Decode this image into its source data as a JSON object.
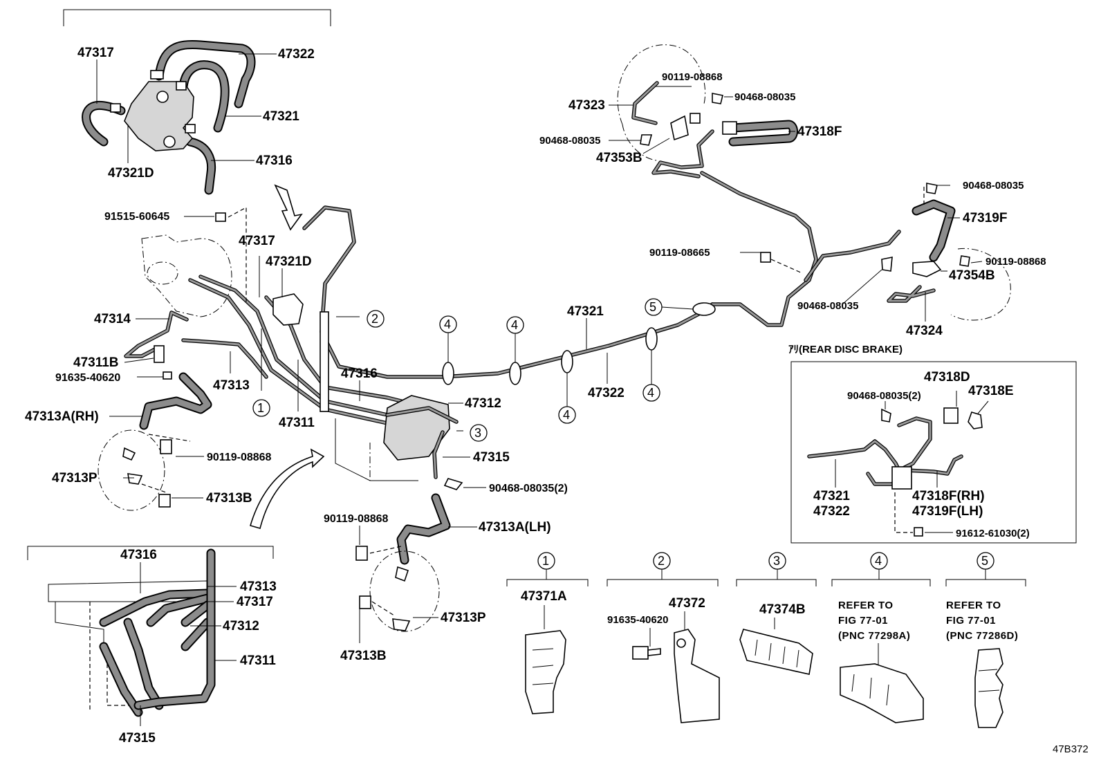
{
  "diagram_code": "47B372",
  "labels": {
    "p47317_top": "47317",
    "p47322_top": "47322",
    "p47321_top": "47321",
    "p47321D_top": "47321D",
    "p47316_top": "47316",
    "c91515": "91515-60645",
    "p47317_mid": "47317",
    "p47321D_mid": "47321D",
    "p47314": "47314",
    "p47311B": "47311B",
    "c91635_l": "91635-40620",
    "p47313": "47313",
    "p47311": "47311",
    "p47313A_RH": "47313A(RH)",
    "c90119_rh": "90119-08868",
    "p47313P_rh": "47313P",
    "p47313B_rh": "47313B",
    "p47316_mid": "47316",
    "p47312_mid": "47312",
    "p47315_mid": "47315",
    "c90468_mid": "90468-08035(2)",
    "c90119_lh": "90119-08868",
    "p47313A_LH": "47313A(LH)",
    "p47313P_lh": "47313P",
    "p47313B_lh": "47313B",
    "p47321_mid": "47321",
    "p47322_mid": "47322",
    "c90119_top": "90119-08868",
    "c90468_top": "90468-08035",
    "p47323": "47323",
    "c90468_left": "90468-08035",
    "p47318F": "47318F",
    "p47353B": "47353B",
    "c90468_r1": "90468-08035",
    "p47319F": "47319F",
    "c90119_08665": "90119-08665",
    "c90119_r": "90119-08868",
    "p47354B": "47354B",
    "c90468_r2": "90468-08035",
    "p47324": "47324",
    "rear_disc": "ｱﾘ(REAR DISC BRAKE)",
    "p47318D": "47318D",
    "p47318E": "47318E",
    "c90468_box": "90468-08035(2)",
    "p47321_box": "47321",
    "p47322_box": "47322",
    "p47318F_RH": "47318F(RH)",
    "p47319F_LH": "47319F(LH)",
    "c91612": "91612-61030(2)",
    "p47316_bot": "47316",
    "p47313_bot": "47313",
    "p47317_bot": "47317",
    "p47312_bot": "47312",
    "p47311_bot": "47311",
    "p47315_bot": "47315"
  },
  "callouts": [
    "1",
    "2",
    "3",
    "4",
    "5"
  ],
  "legend": [
    {
      "num": "1",
      "part": "47371A"
    },
    {
      "num": "2",
      "part": "47372",
      "bolt": "91635-40620"
    },
    {
      "num": "3",
      "part": "47374B"
    },
    {
      "num": "4",
      "ref1": "REFER TO",
      "ref2": "FIG 77-01",
      "ref3": "(PNC 77298A)"
    },
    {
      "num": "5",
      "ref1": "REFER TO",
      "ref2": "FIG 77-01",
      "ref3": "(PNC 77286D)"
    }
  ]
}
